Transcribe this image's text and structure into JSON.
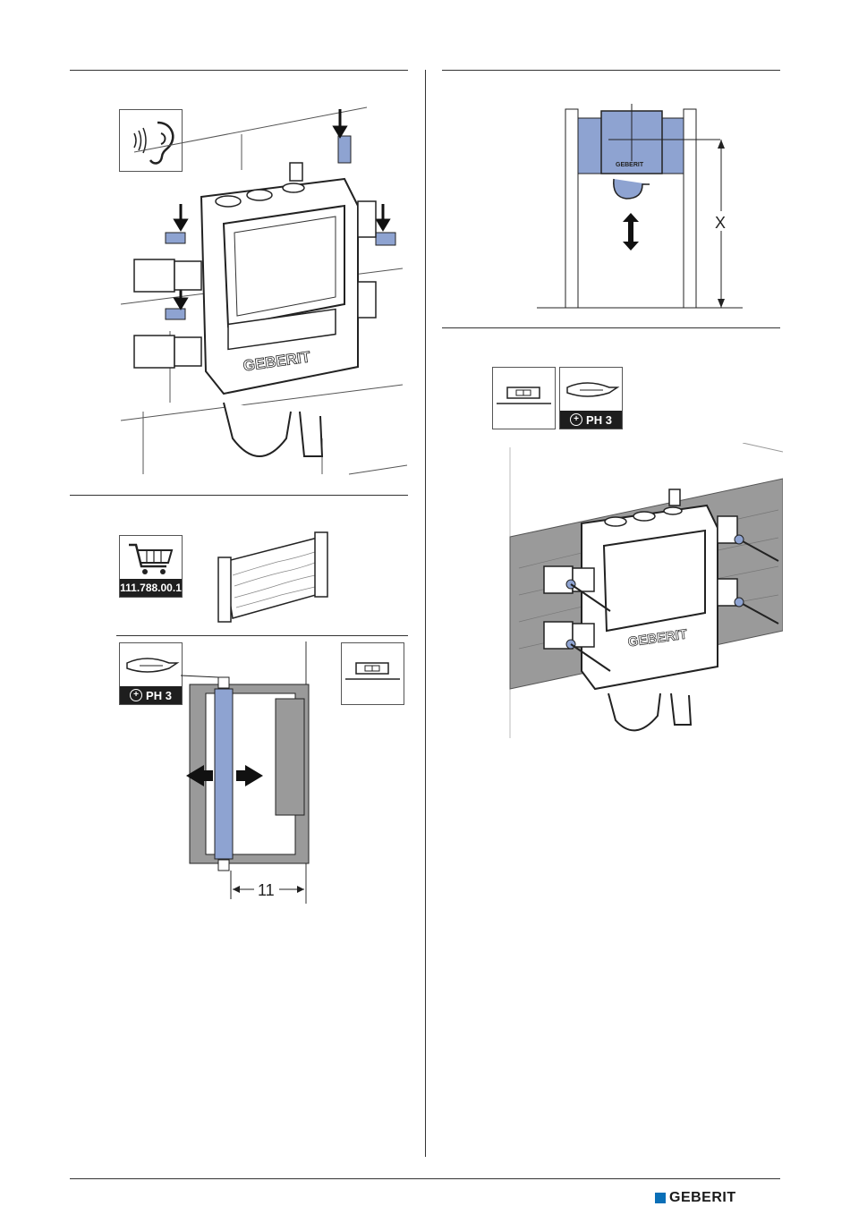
{
  "icons": {
    "hearing": "ear-sound-icon",
    "cart": "shopping-cart-icon",
    "screwdriver": "phillips-screwdriver-icon",
    "level": "spirit-level-icon"
  },
  "labels": {
    "article_number": "111.788.00.1",
    "ph3_left": "PH 3",
    "ph3_right": "PH 3",
    "dimension_11": "11",
    "dimension_x": "X",
    "box_brand_1": "GEBERIT",
    "box_brand_2": "GEBERIT",
    "box_brand_3": "GEBERIT"
  },
  "footer": {
    "brand": "GEBERIT"
  },
  "colors": {
    "accent_blue": "#8ea3d1",
    "brand_blue": "#0a6fb7",
    "dark": "#1e1e1e"
  }
}
